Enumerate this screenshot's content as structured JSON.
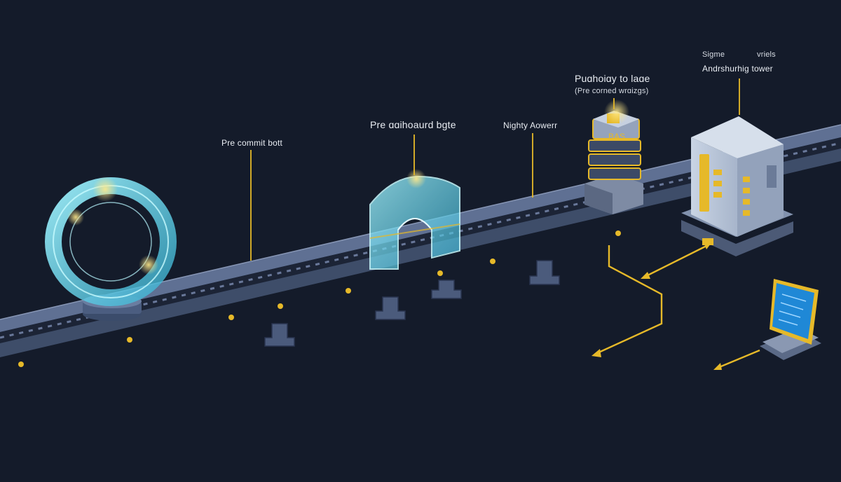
{
  "labels": {
    "pre_commit": "Pre commit bott",
    "pre_onboard": "Pre ɑɑihoaurd bgte",
    "nightly": "Nighty Aowerr",
    "publish_line1": "Puɑhoiɑy to laɑe",
    "publish_line2": "(Pre corned wrɑizgs)",
    "signe_left": "Sigme",
    "signe_right": "vriels",
    "tower": "Andrshurhig tower"
  },
  "stage_badge_text": "BAS",
  "colors": {
    "background": "#141b2a",
    "rail": "#3e4d69",
    "rail_top": "#5f7093",
    "accent_yellow": "#e6b929",
    "glass_cyan": "#5fd3ea",
    "tower_body": "#b7c3d6",
    "monitor_screen": "#1f88d6"
  },
  "icons": [
    "ring-gate-icon",
    "arch-gate-icon",
    "stacked-chip-icon",
    "server-tower-icon",
    "laptop-icon"
  ]
}
